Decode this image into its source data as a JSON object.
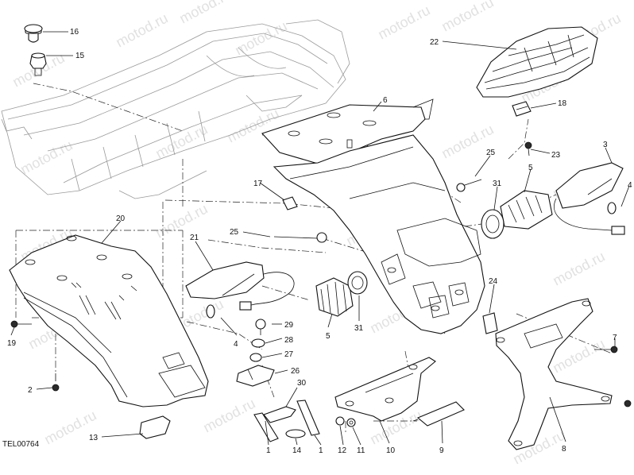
{
  "drawing_code": "TEL00764",
  "watermark": "motod.ru",
  "callouts": [
    {
      "id": "c16",
      "text": "16"
    },
    {
      "id": "c15",
      "text": "15"
    },
    {
      "id": "c22",
      "text": "22"
    },
    {
      "id": "c6",
      "text": "6"
    },
    {
      "id": "c18",
      "text": "18"
    },
    {
      "id": "c23",
      "text": "23"
    },
    {
      "id": "c3",
      "text": "3"
    },
    {
      "id": "c25a",
      "text": "25"
    },
    {
      "id": "c5a",
      "text": "5"
    },
    {
      "id": "c31a",
      "text": "31"
    },
    {
      "id": "c4a",
      "text": "4"
    },
    {
      "id": "c17",
      "text": "17"
    },
    {
      "id": "c20",
      "text": "20"
    },
    {
      "id": "c25b",
      "text": "25"
    },
    {
      "id": "c21",
      "text": "21"
    },
    {
      "id": "c24",
      "text": "24"
    },
    {
      "id": "c29",
      "text": "29"
    },
    {
      "id": "c28",
      "text": "28"
    },
    {
      "id": "c27",
      "text": "27"
    },
    {
      "id": "c26",
      "text": "26"
    },
    {
      "id": "c4b",
      "text": "4"
    },
    {
      "id": "c5b",
      "text": "5"
    },
    {
      "id": "c31b",
      "text": "31"
    },
    {
      "id": "c19",
      "text": "19"
    },
    {
      "id": "c7",
      "text": "7"
    },
    {
      "id": "c2",
      "text": "2"
    },
    {
      "id": "c30",
      "text": "30"
    },
    {
      "id": "c13",
      "text": "13"
    },
    {
      "id": "c1a",
      "text": "1"
    },
    {
      "id": "c14",
      "text": "14"
    },
    {
      "id": "c1b",
      "text": "1"
    },
    {
      "id": "c12",
      "text": "12"
    },
    {
      "id": "c11",
      "text": "11"
    },
    {
      "id": "c10",
      "text": "10"
    },
    {
      "id": "c9",
      "text": "9"
    },
    {
      "id": "c8",
      "text": "8"
    }
  ]
}
